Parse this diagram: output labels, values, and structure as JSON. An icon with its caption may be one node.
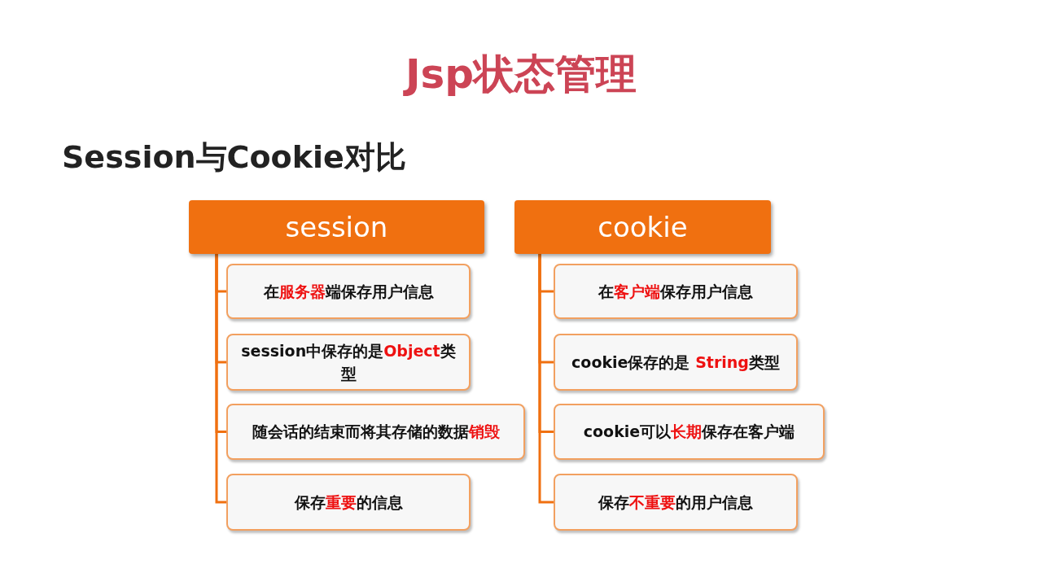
{
  "diagram": {
    "title": "Jsp状态管理",
    "nodes": [
      {
        "text": [
          "session"
        ]
      },
      {
        "text": [
          "在**服务器**端保存用户信息"
        ]
      },
      {
        "text": [
          "session中保存的是**Object**类型"
        ]
      },
      {
        "text": [
          "随会话的结束而将其存储的数据**销毁**"
        ]
      },
      {
        "text": [
          "保存**重要**的信息"
        ]
      },
      {
        "text": [
          "cookie"
        ]
      },
      {
        "text": [
          "在**客户端**保存用户信息"
        ]
      },
      {
        "text": [
          "cookie保存的是 **String**类型"
        ]
      },
      {
        "text": [
          "cookie可以**长期**保存在客户端"
        ]
      },
      {
        "text": [
          "保存**不重要**的用户信息"
        ]
      }
    ],
    "edges": [
      {
        "from": 0,
        "to": 1,
        "arrow": "none"
      },
      {
        "from": 0,
        "to": 2,
        "arrow": "none"
      },
      {
        "from": 0,
        "to": 3,
        "arrow": "none"
      },
      {
        "from": 0,
        "to": 4,
        "arrow": "none"
      },
      {
        "from": 5,
        "to": 6,
        "arrow": "none"
      },
      {
        "from": 5,
        "to": 7,
        "arrow": "none"
      },
      {
        "from": 5,
        "to": 8,
        "arrow": "none"
      },
      {
        "from": 5,
        "to": 9,
        "arrow": "none"
      }
    ],
    "labels": [
      "Session与Cookie对比"
    ]
  }
}
